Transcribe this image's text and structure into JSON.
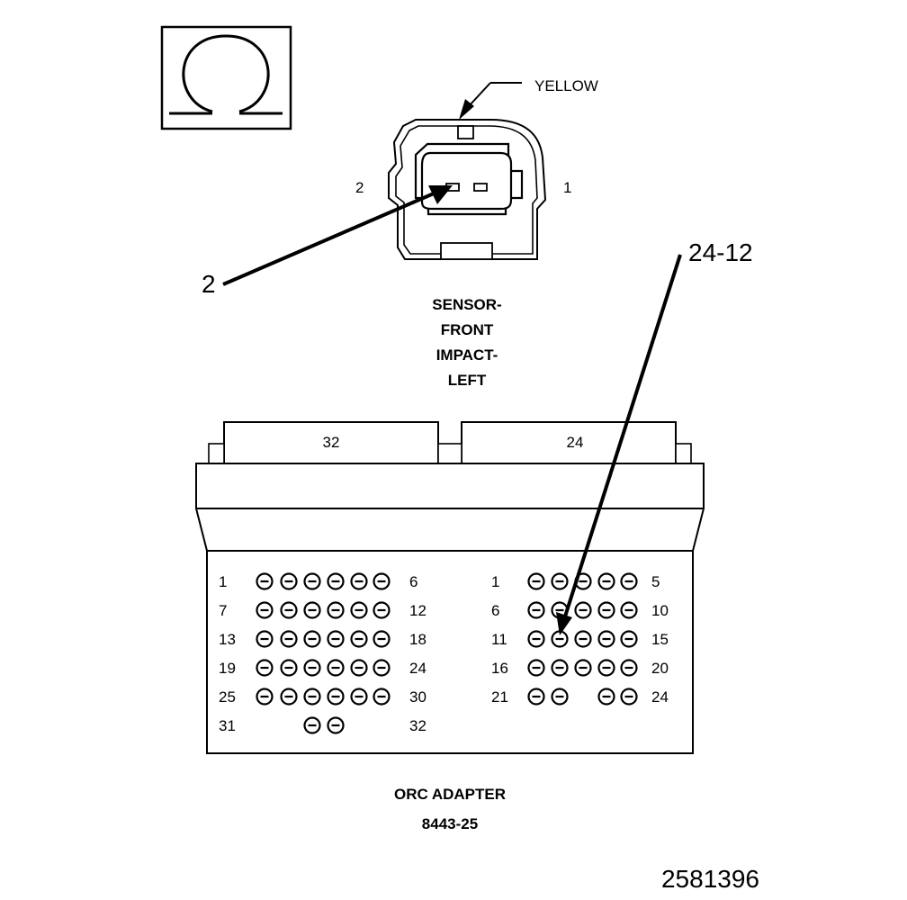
{
  "meter": {
    "symbol": "Ω"
  },
  "sensor": {
    "wire_color": "YELLOW",
    "pin_left": "2",
    "pin_right": "1",
    "probe_callout": "2",
    "name_lines": [
      "SENSOR-",
      "FRONT",
      "IMPACT-",
      "LEFT"
    ]
  },
  "adapter": {
    "probe_callout": "24-12",
    "connector_left_label": "32",
    "connector_right_label": "24",
    "left_rows": [
      [
        "1",
        "6"
      ],
      [
        "7",
        "12"
      ],
      [
        "13",
        "18"
      ],
      [
        "19",
        "24"
      ],
      [
        "25",
        "30"
      ],
      [
        "31",
        "32"
      ]
    ],
    "right_rows": [
      [
        "1",
        "5"
      ],
      [
        "6",
        "10"
      ],
      [
        "11",
        "15"
      ],
      [
        "16",
        "20"
      ],
      [
        "21",
        "24"
      ]
    ],
    "name": "ORC ADAPTER",
    "part_number": "8443-25"
  },
  "figure_number": "2581396"
}
